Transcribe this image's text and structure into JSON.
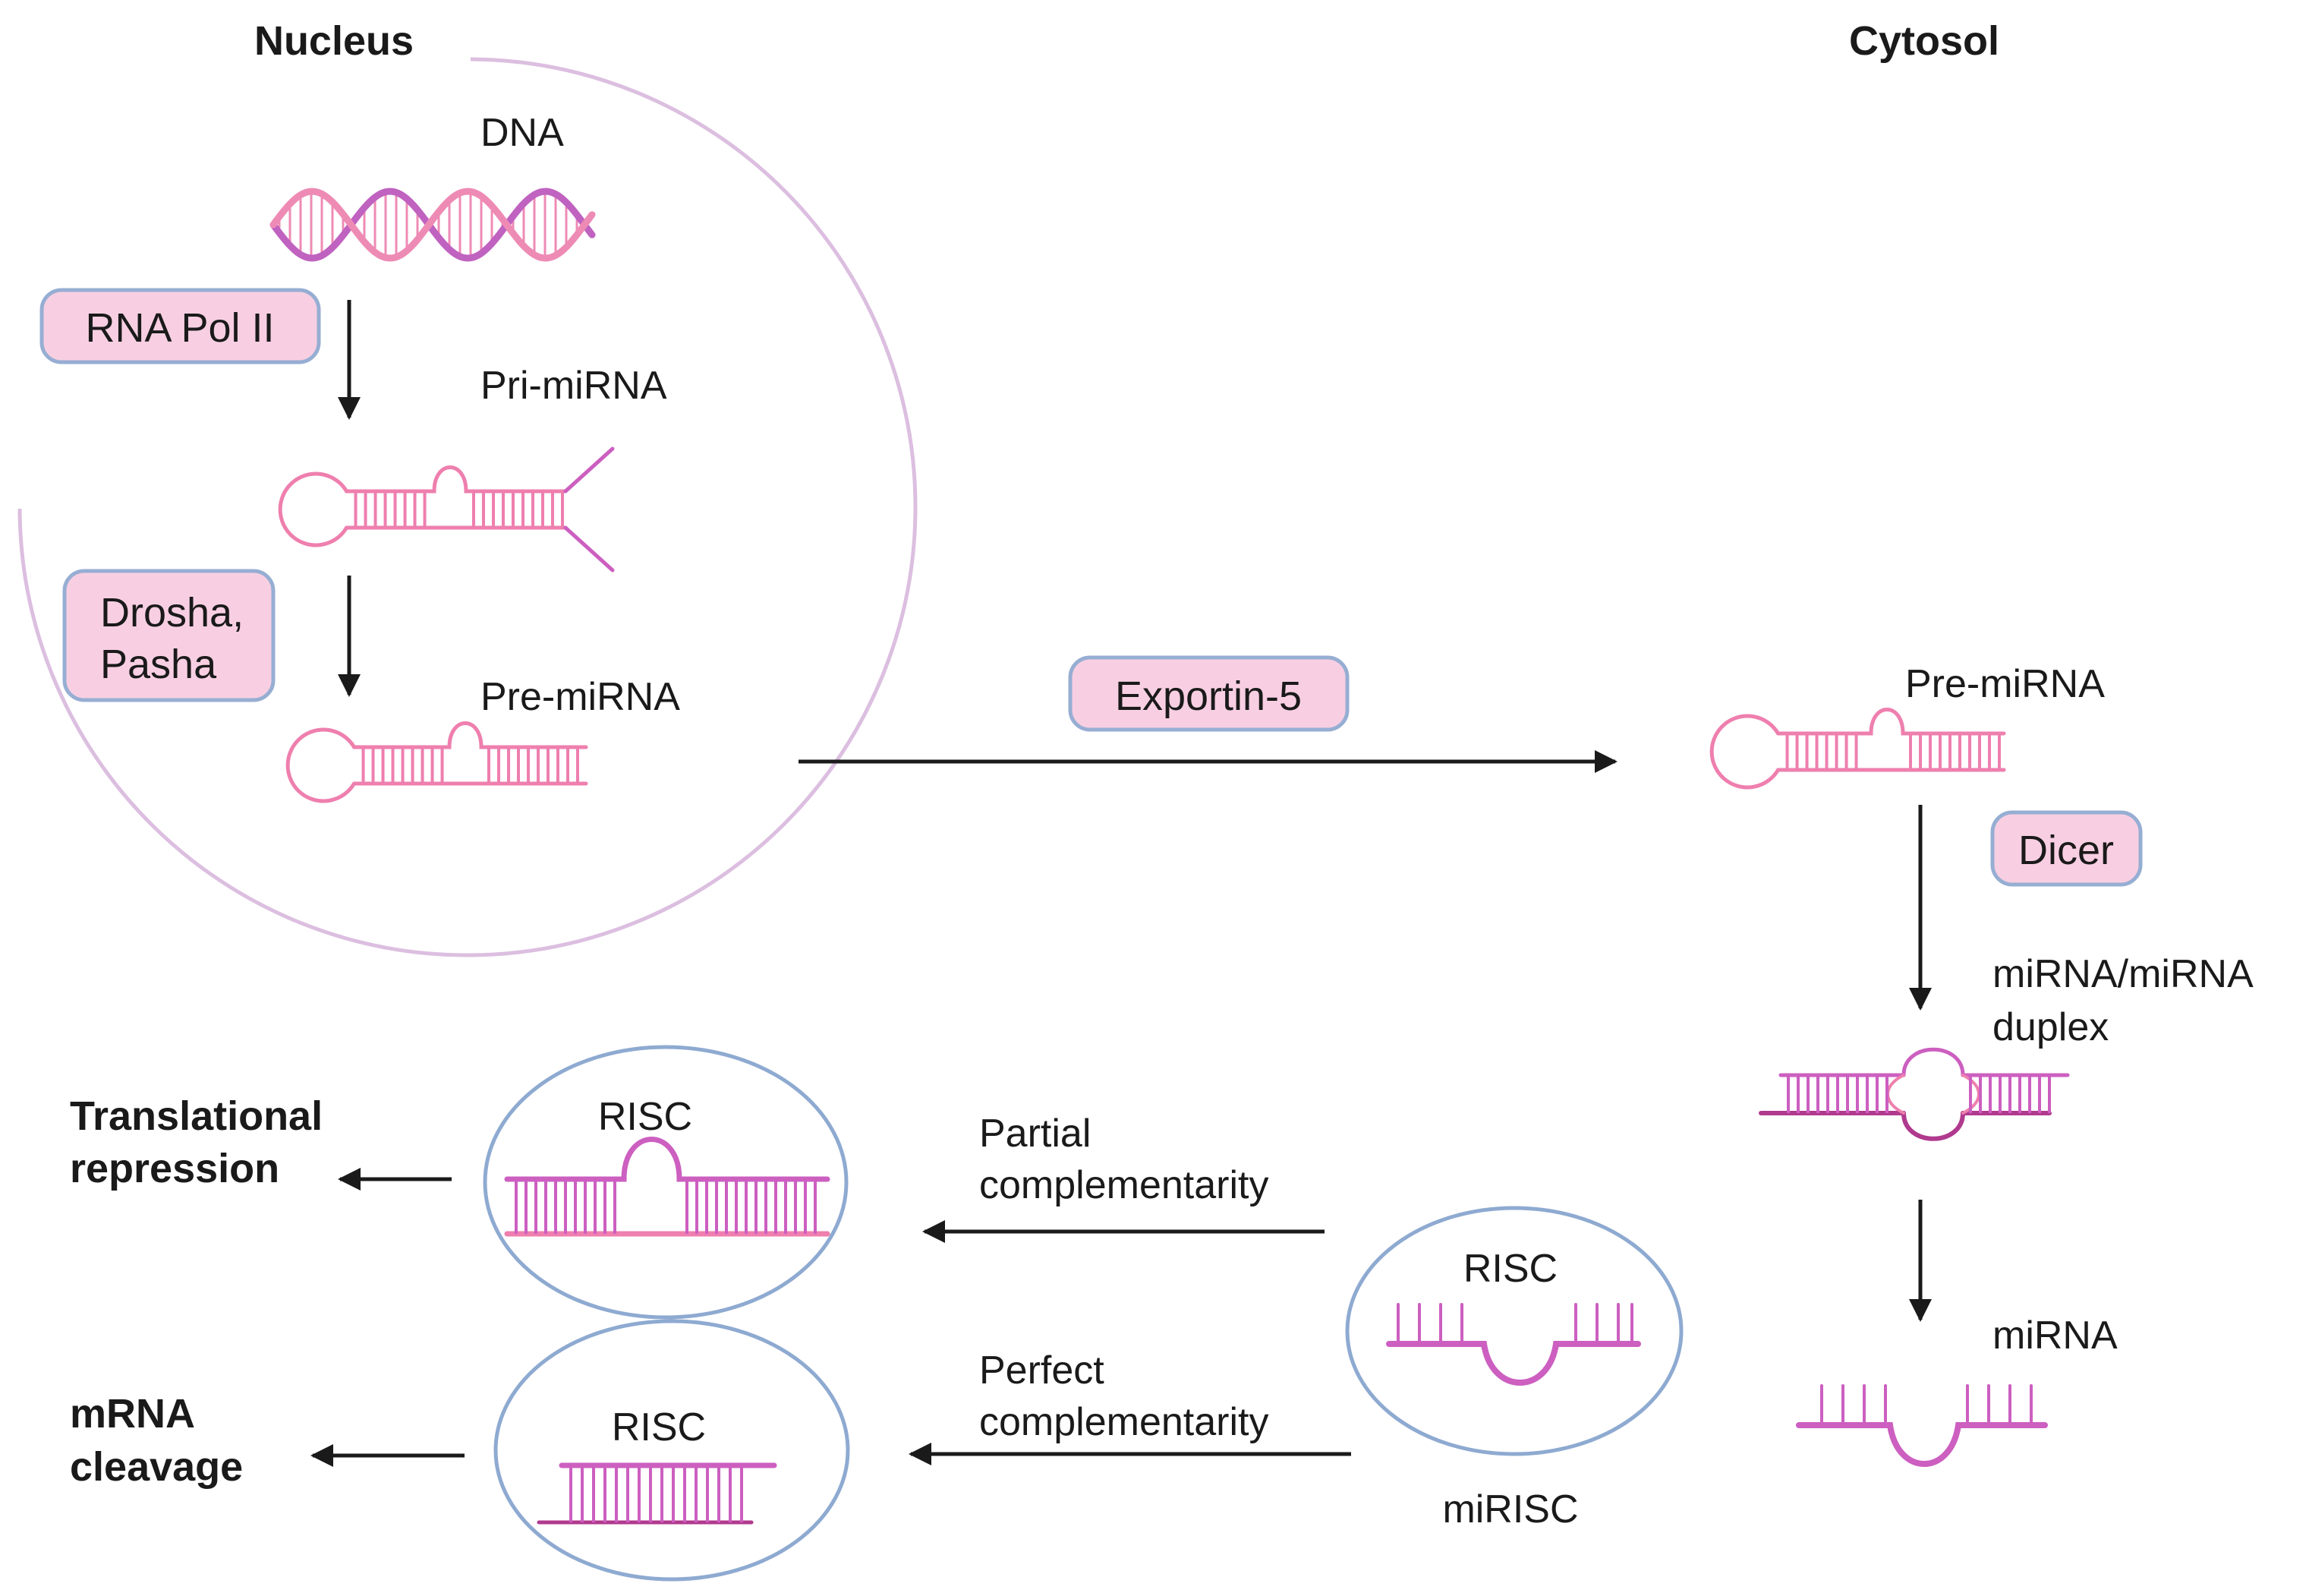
{
  "compartments": {
    "nucleus": "Nucleus",
    "cytosol": "Cytosol"
  },
  "molecules": {
    "dna": "DNA",
    "pri_mirna": "Pri-miRNA",
    "pre_mirna_nucleus": "Pre-miRNA",
    "pre_mirna_cytosol": "Pre-miRNA",
    "duplex_line1": "miRNA/miRNA",
    "duplex_line2": "duplex",
    "mirna": "miRNA",
    "mirisc": "miRISC"
  },
  "enzymes": {
    "rna_pol": "RNA Pol II",
    "drosha_line1": "Drosha,",
    "drosha_line2": "Pasha",
    "exportin": "Exportin-5",
    "dicer": "Dicer"
  },
  "complexes": {
    "risc_loaded": "RISC",
    "risc_partial": "RISC",
    "risc_perfect": "RISC"
  },
  "pathways": {
    "partial_line1": "Partial",
    "partial_line2": "complementarity",
    "perfect_line1": "Perfect",
    "perfect_line2": "complementarity"
  },
  "outcomes": {
    "translational_line1": "Translational",
    "translational_line2": "repression",
    "cleavage_line1": "mRNA",
    "cleavage_line2": "cleavage"
  },
  "colors": {
    "rna_pink": "#ee7fae",
    "rna_magenta": "#cc5fc0",
    "dna_pink": "#ee8bb5",
    "dna_purple": "#c062c0",
    "enzyme_fill": "#f8cfe2",
    "enzyme_border": "#97aed3",
    "cell_border": "#8eaad1",
    "nucleus_border": "#dcbfe0",
    "arrow": "#1a1a1a"
  }
}
